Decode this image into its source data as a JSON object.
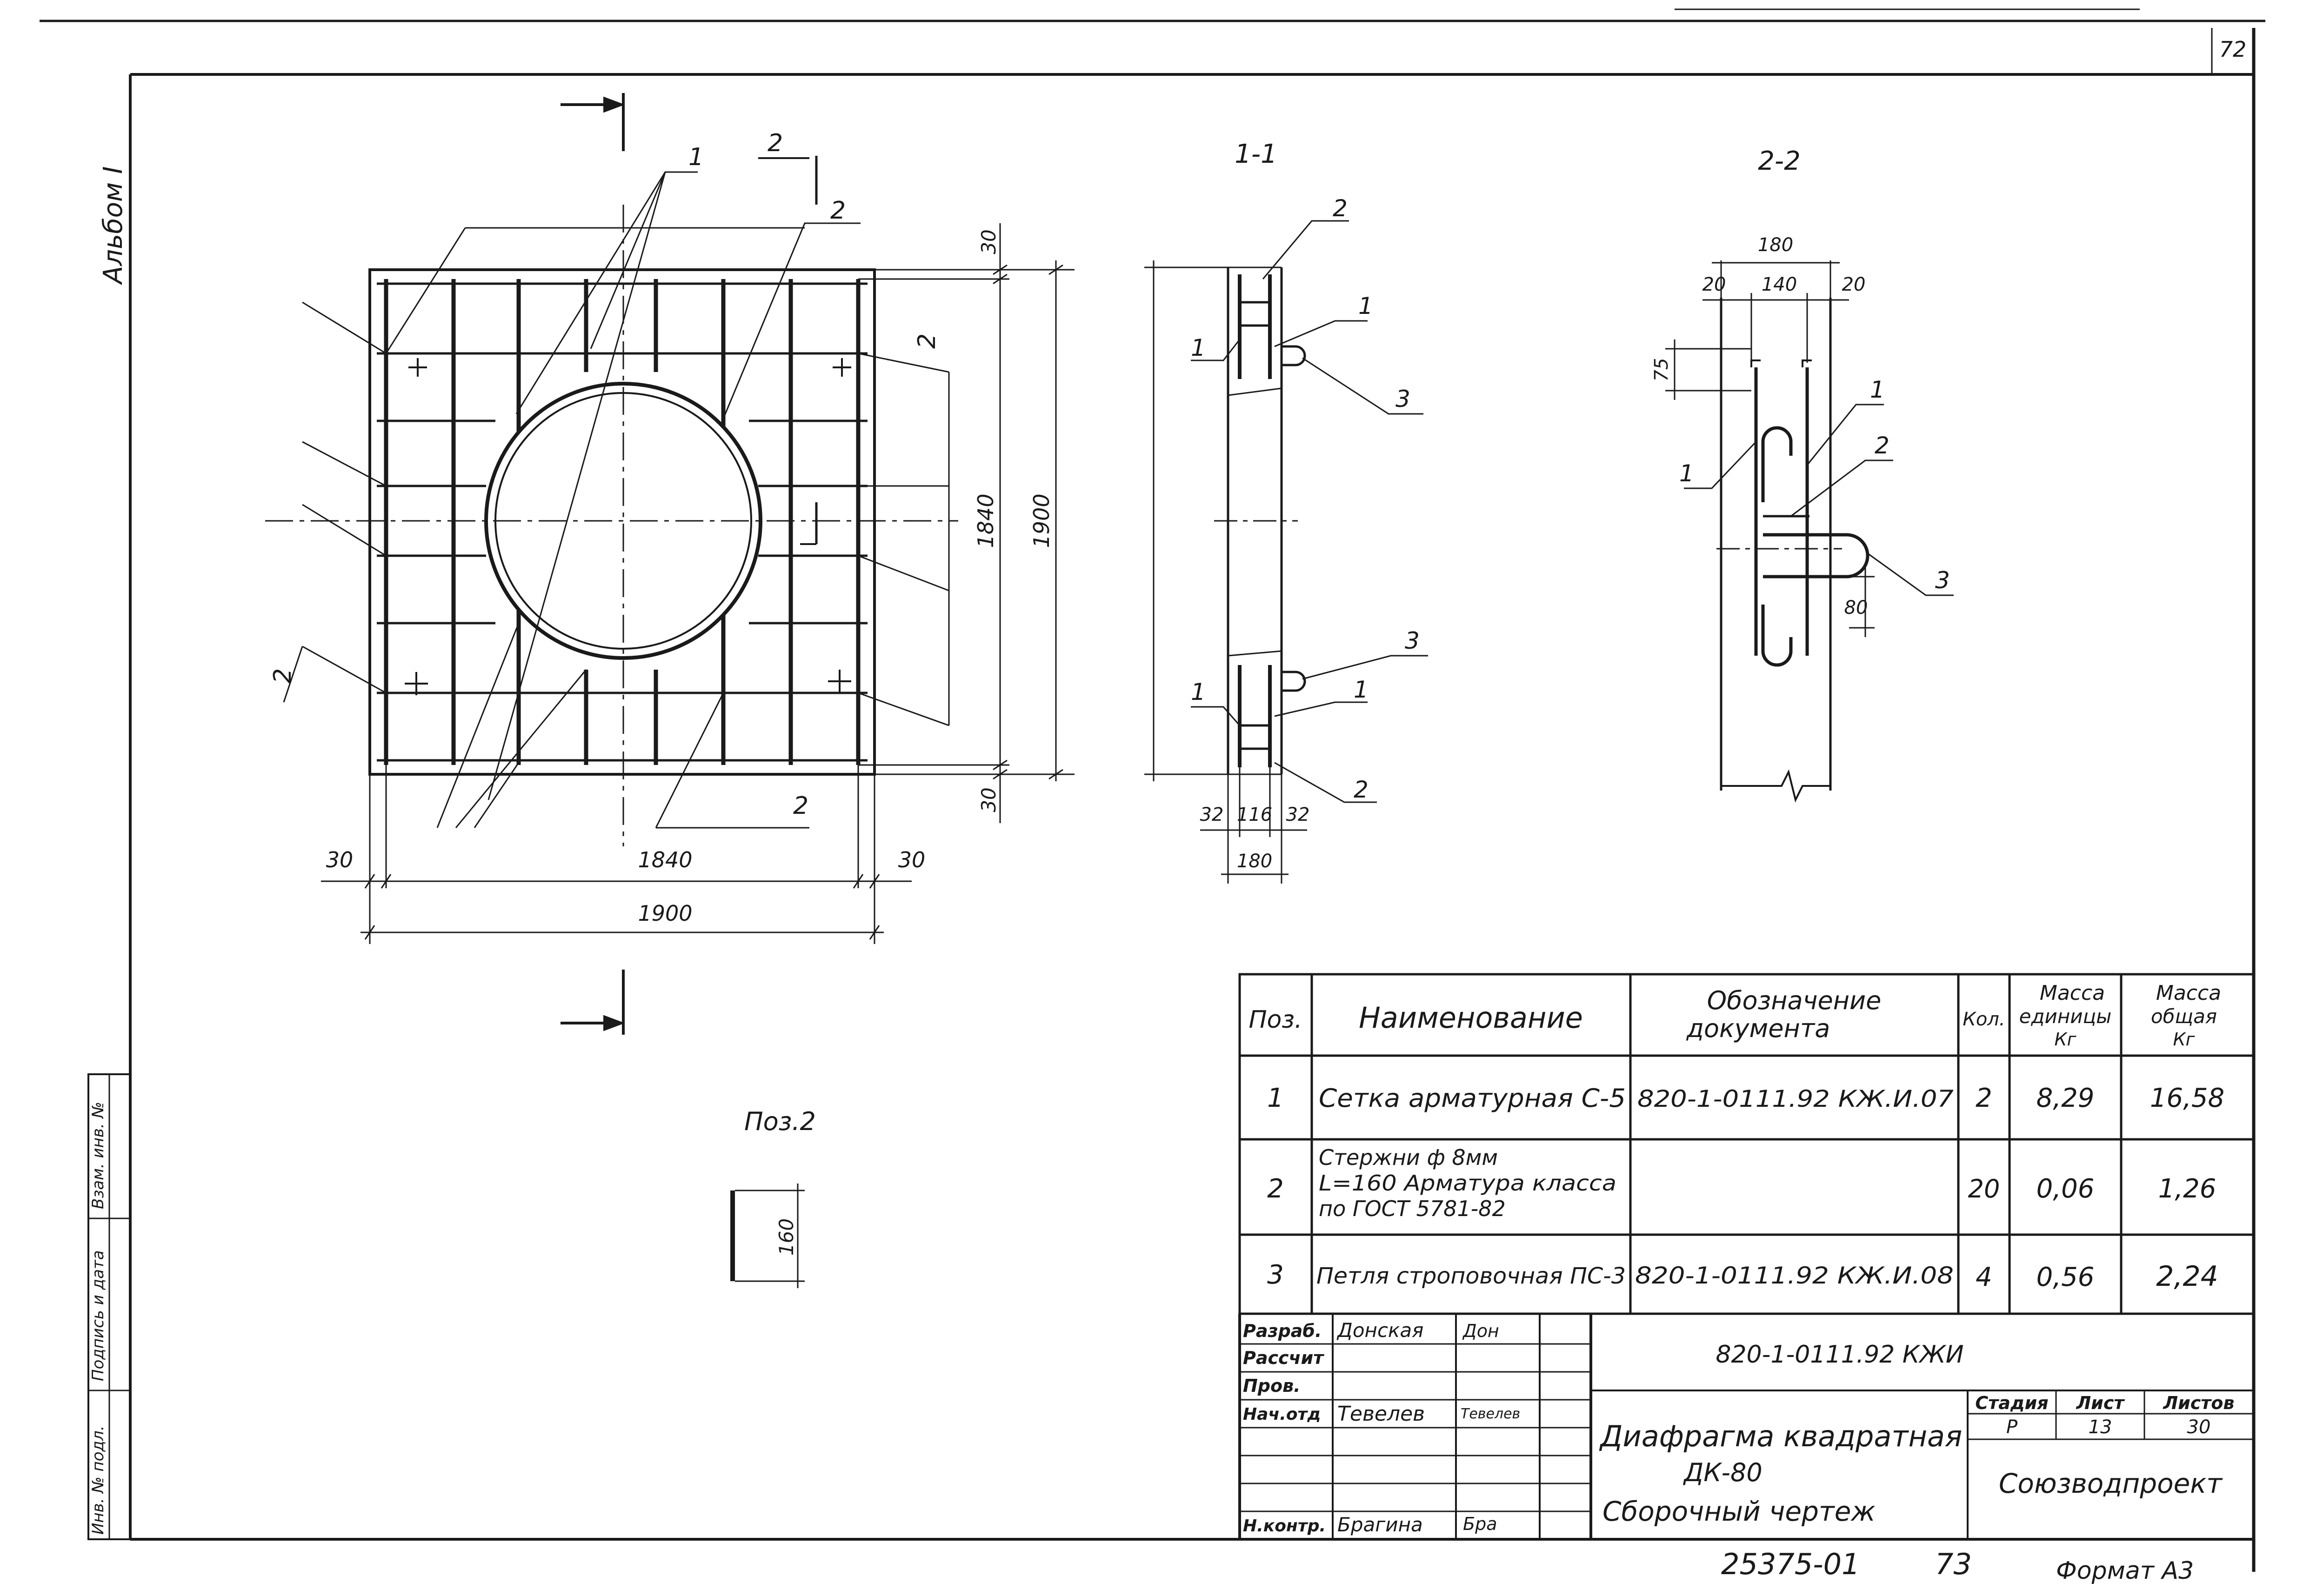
{
  "sheet": {
    "page_number": "72",
    "album_label": "Альбом I",
    "archive_number": "25375-01",
    "archive_sheet": "73",
    "format": "Формат А3"
  },
  "side_stamp": {
    "inv_no_orig": "Инв. № подл.",
    "sign_date": "Подпись и дата",
    "replace_inv": "Взам. инв. №"
  },
  "plan": {
    "dim_1840_h": "1840",
    "dim_1900_h": "1900",
    "dim_30_left": "30",
    "dim_30_right": "30",
    "dim_1840_v": "1840",
    "dim_1900_v": "1900",
    "dim_30_top": "30",
    "dim_30_bottom": "30",
    "leader_1": "1",
    "leader_2_top": "2",
    "leader_2_right": "2",
    "leader_2_left": "2",
    "leader_2_bottom": "2",
    "section_2_mark": "2"
  },
  "section_1_1": {
    "title": "1-1",
    "dim_32_left": "32",
    "dim_116": "116",
    "dim_32_right": "32",
    "dim_180": "180",
    "callouts": [
      "2",
      "1",
      "1",
      "3",
      "3",
      "1",
      "1",
      "2"
    ]
  },
  "section_2_2": {
    "title": "2-2",
    "dim_180": "180",
    "dim_20_left": "20",
    "dim_140": "140",
    "dim_20_right": "20",
    "dim_75": "75",
    "dim_80": "80",
    "callouts": [
      "1",
      "1",
      "2",
      "3"
    ]
  },
  "pos2": {
    "label": "Поз.2",
    "dim_160": "160"
  },
  "spec_table": {
    "headers": {
      "pos": "Поз.",
      "name": "Наименование",
      "doc_line1": "Обозначение",
      "doc_line2": "документа",
      "qty": "Кол.",
      "mass_unit_1": "Масса",
      "mass_unit_2": "единицы",
      "mass_unit_3": "Кг",
      "mass_total_1": "Масса",
      "mass_total_2": "общая",
      "mass_total_3": "Кг"
    },
    "rows": [
      {
        "pos": "1",
        "name_lines": [
          "Сетка арматурная С-5"
        ],
        "doc": "820-1-0111.92 КЖ.И.07",
        "qty": "2",
        "mass_unit": "8,29",
        "mass_total": "16,58"
      },
      {
        "pos": "2",
        "name_lines": [
          "Стержни ф 8мм",
          "L=160 Арматура класса",
          "по ГОСТ 5781-82"
        ],
        "doc": "",
        "qty": "20",
        "mass_unit": "0,06",
        "mass_total": "1,26"
      },
      {
        "pos": "3",
        "name_lines": [
          "Петля строповочная ПС-3"
        ],
        "doc": "820-1-0111.92 КЖ.И.08",
        "qty": "4",
        "mass_unit": "0,56",
        "mass_total": "2,24"
      }
    ]
  },
  "title_block": {
    "roles": [
      "Разраб.",
      "Рассчит",
      "Пров.",
      "Нач.отд",
      "",
      "",
      "Н.контр."
    ],
    "names": [
      "Донская",
      "",
      "",
      "Тевелев",
      "",
      "",
      "Брагина"
    ],
    "signs": [
      "Дон",
      "",
      "",
      "Тевелев",
      "",
      "",
      "Бра"
    ],
    "doc_code": "820-1-0111.92 КЖИ",
    "title_line1": "Диафрагма квадратная",
    "title_line2": "ДК-80",
    "title_line3": "Сборочный чертеж",
    "stage_label": "Стадия",
    "sheet_label": "Лист",
    "sheets_label": "Листов",
    "stage": "Р",
    "sheet": "13",
    "sheets": "30",
    "organization": "Союзводпроект"
  }
}
